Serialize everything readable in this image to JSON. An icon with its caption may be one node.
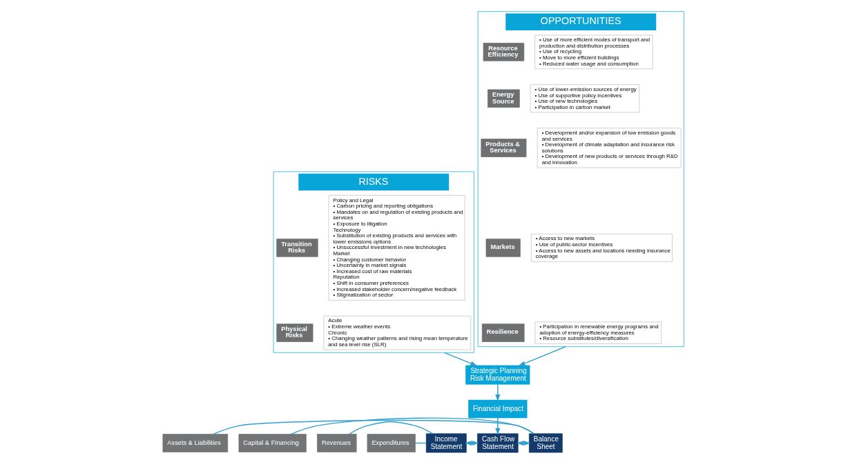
{
  "diagram": {
    "nodes": [
      {
        "text": [
          "RISKS"
        ]
      },
      {
        "text": [
          "Transition Risks"
        ],
        "in": 0
      },
      {
        "text": [
          "Policy and Legal",
          "• Carbon pricing and reporting obligations",
          "• Mandates on and regulation of existing products and services",
          "• Exposure to litigation",
          "Technology",
          "• Substitution of existing products and services with lower emissions options",
          "• Unsuccessful investment in new technologies",
          "Market",
          "• Changing customer behavior",
          "• Uncertainty in market signals",
          "• Increased cost of raw materials",
          "Reputation",
          "• Shift in consumer preferences",
          "• Increased stakeholder concern/negative feedback",
          "• Stigmatization of sector"
        ],
        "in": 0
      },
      {
        "text": [
          "Physical Risks"
        ],
        "in": 0
      },
      {
        "text": [
          "Acute",
          "• Extreme weather events",
          "Chronic",
          "• Changing weather patterns and rising mean temperature and sea level rise (SLR)"
        ],
        "in": 0
      },
      {
        "text": [
          "OPPORTUNITIES"
        ]
      },
      {
        "text": [
          "Resource Efficiency"
        ],
        "in": 5
      },
      {
        "text": [
          "• Use of more efficient modes of transport and production and distribution processes",
          "• Use of recycling",
          "• Move to more efficient buildings",
          "• Reduced water usage and consumption"
        ],
        "in": 5
      },
      {
        "text": [
          "Energy Source"
        ],
        "in": 5
      },
      {
        "text": [
          "• Use of lower-emission sources of energy",
          "• Use of supportive policy incentives",
          "• Use of new technologies",
          "• Participation in carbon market"
        ],
        "in": 5
      },
      {
        "text": [
          "Products & Services"
        ],
        "in": 5
      },
      {
        "text": [
          "• Development and/or expansion of low emission goods and services",
          "• Development of climate adaptation and insurance risk solutions",
          "• Development of new products or services through R&D and innovation"
        ],
        "in": 5
      },
      {
        "text": [
          "Markets"
        ],
        "in": 5
      },
      {
        "text": [
          "• Access to new markets",
          "• Use of public-sector incentives",
          "• Access to new assets and locations needing insurance coverage"
        ],
        "in": 5
      },
      {
        "text": [
          "Resilience"
        ],
        "in": 5
      },
      {
        "text": [
          "• Participation in renewable energy programs and adoption of energy-efficiency measures",
          "• Resource substitutes/diversification"
        ],
        "in": 5
      },
      {
        "text": [
          "Strategic Planning",
          "Risk Management"
        ]
      },
      {
        "text": [
          "Financial Impact"
        ]
      },
      {
        "text": [
          "Revenues"
        ]
      },
      {
        "text": [
          "Expenditures"
        ]
      },
      {
        "text": [
          "Income Statement"
        ]
      },
      {
        "text": [
          "Cash Flow Statement"
        ]
      },
      {
        "text": [
          "Balance Sheet"
        ]
      },
      {
        "text": [
          "Assets & Liabilities"
        ]
      },
      {
        "text": [
          "Capital & Financing"
        ]
      }
    ],
    "edges": [
      {
        "from": 0,
        "to": 16,
        "arrow": "to"
      },
      {
        "from": 5,
        "to": 16,
        "arrow": "to"
      },
      {
        "from": 16,
        "to": 17,
        "arrow": "to"
      },
      {
        "from": 17,
        "to": 21,
        "arrow": "to"
      },
      {
        "from": 20,
        "to": 21,
        "arrow": "both"
      },
      {
        "from": 21,
        "to": 22,
        "arrow": "both"
      },
      {
        "from": 18,
        "to": 20,
        "arrow": "none"
      },
      {
        "from": 19,
        "to": 20,
        "arrow": "none"
      },
      {
        "from": 23,
        "to": 22,
        "arrow": "none"
      },
      {
        "from": 24,
        "to": 22,
        "arrow": "none"
      }
    ]
  }
}
